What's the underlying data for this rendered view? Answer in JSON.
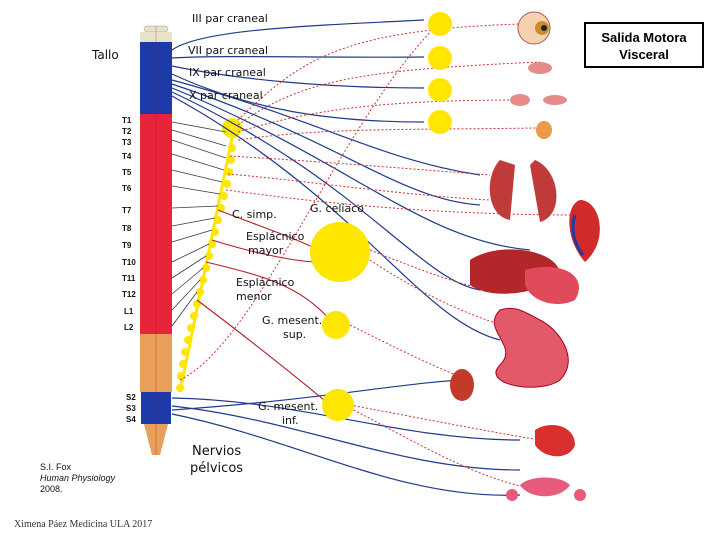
{
  "title": {
    "line1": "Salida Motora",
    "line2": "Visceral"
  },
  "labels": {
    "cranial_iii": "III par craneal",
    "cranial_vii": "VII par craneal",
    "cranial_ix": "IX par craneal",
    "cranial_x": "X par craneal",
    "tallo": "Tallo",
    "c_simp": "C. simp.",
    "g_celiaco": "G. celíaco",
    "esplacnico_mayor_1": "Esplácnico",
    "esplacnico_mayor_2": "mayor",
    "esplacnico_menor_1": "Esplácnico",
    "esplacnico_menor_2": "menor",
    "g_mesent_sup_1": "G. mesent.",
    "g_mesent_sup_2": "sup.",
    "g_mesent_inf_1": "G. mesent.",
    "g_mesent_inf_2": "inf.",
    "nervios_pelvicos_1": "Nervios",
    "nervios_pelvicos_2": "pélvicos"
  },
  "segments": [
    "T1",
    "T2",
    "T3",
    "T4",
    "T5",
    "T6",
    "T7",
    "T8",
    "T9",
    "T10",
    "T11",
    "T12",
    "L1",
    "L2",
    "S2",
    "S3",
    "S4"
  ],
  "citation": {
    "line1": "S.I. Fox",
    "line2": "Human Physiology",
    "line3": "2008."
  },
  "footer": "Ximena Páez Medicina ULA 2017",
  "colors": {
    "brainstem": "#1e3aa8",
    "thoracolumbar": "#e8243a",
    "sacral": "#1e3aa8",
    "lumbar_lower": "#e9a05a",
    "ganglion_yellow": "#ffe600",
    "parasympathetic_line": "#203a8c",
    "sympathetic_line": "#b51c2a",
    "postganglionic_dotted": "#c33"
  }
}
